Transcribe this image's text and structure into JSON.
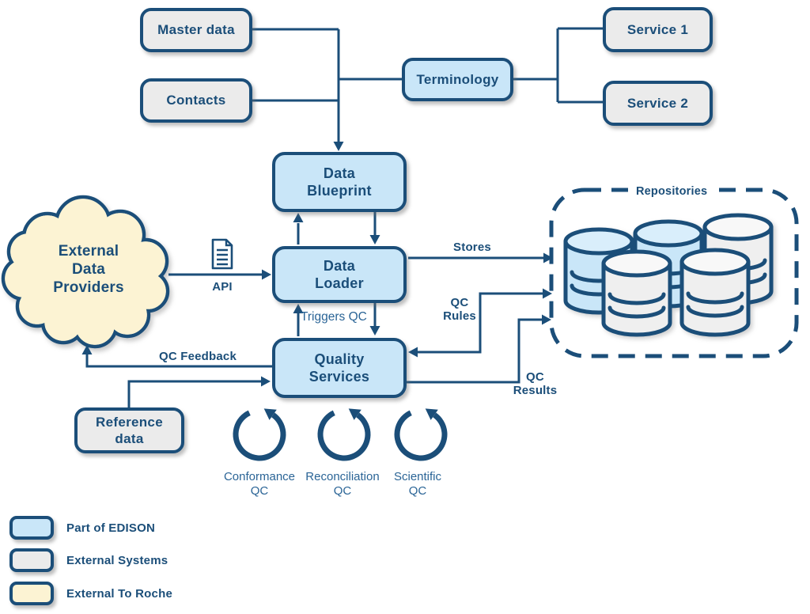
{
  "colors": {
    "accent": "#1b4e79",
    "edison-blue": "#c9e6f8",
    "ext-gray": "#ebebeb",
    "ext-cream": "#fcf3d3",
    "label-blue": "#2a6496",
    "canvas": "#ffffff"
  },
  "nodes": {
    "master_data": {
      "label": "Master data"
    },
    "contacts": {
      "label": "Contacts"
    },
    "terminology": {
      "label": "Terminology"
    },
    "service1": {
      "label": "Service 1"
    },
    "service2": {
      "label": "Service 2"
    },
    "data_blueprint": {
      "line1": "Data",
      "line2": "Blueprint"
    },
    "data_loader": {
      "line1": "Data",
      "line2": "Loader"
    },
    "quality_services": {
      "line1": "Quality",
      "line2": "Services"
    },
    "reference_data": {
      "line1": "Reference",
      "line2": "data"
    },
    "external_cloud": {
      "line1": "External",
      "line2": "Data",
      "line3": "Providers"
    },
    "repositories": {
      "label": "Repositories"
    }
  },
  "edge_labels": {
    "stores": "Stores",
    "api": "API",
    "triggers_qc": "Triggers QC",
    "qc_rules": {
      "line1": "QC",
      "line2": "Rules"
    },
    "qc_results": {
      "line1": "QC",
      "line2": "Results"
    },
    "qc_feedback": "QC Feedback"
  },
  "qc_loops": [
    {
      "line1": "Conformance",
      "line2": "QC"
    },
    {
      "line1": "Reconciliation",
      "line2": "QC"
    },
    {
      "line1": "Scientific",
      "line2": "QC"
    }
  ],
  "legend": {
    "items": [
      {
        "label": "Part of EDISON",
        "swatch": "edison-blue"
      },
      {
        "label": "External Systems",
        "swatch": "ext-gray"
      },
      {
        "label": "External To Roche",
        "swatch": "ext-cream"
      }
    ]
  }
}
